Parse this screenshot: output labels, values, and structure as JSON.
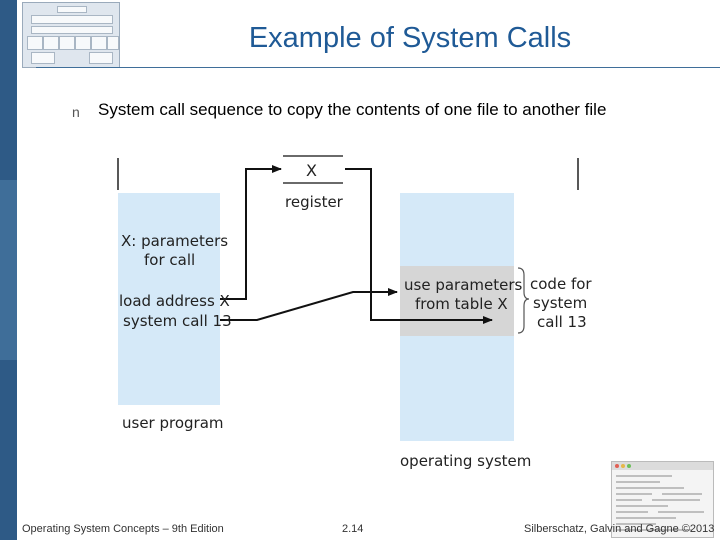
{
  "slide": {
    "title": "Example of System Calls",
    "bullet_marker": "n",
    "bullet_text": "System call sequence to copy the contents of one file to another file"
  },
  "diagram": {
    "register_value": "X",
    "register_label": "register",
    "user_param_line1": "X: parameters",
    "user_param_line2": "for call",
    "load_address": "load address X",
    "system_call": "system call 13",
    "user_program_label": "user program",
    "use_params_line1": "use parameters",
    "use_params_line2": "from table X",
    "code_for_line1": "code for",
    "code_for_line2": "system",
    "code_for_line3": "call 13",
    "os_label": "operating system"
  },
  "footer": {
    "left": "Operating System Concepts – 9th Edition",
    "center": "2.14",
    "right": "Silberschatz, Galvin and Gagne ©2013"
  },
  "colors": {
    "accent": "#1f5a96",
    "sidebar": "#3f6e99",
    "memory_blue": "#d5e9f8",
    "highlight_gray": "#d6d6d6"
  }
}
